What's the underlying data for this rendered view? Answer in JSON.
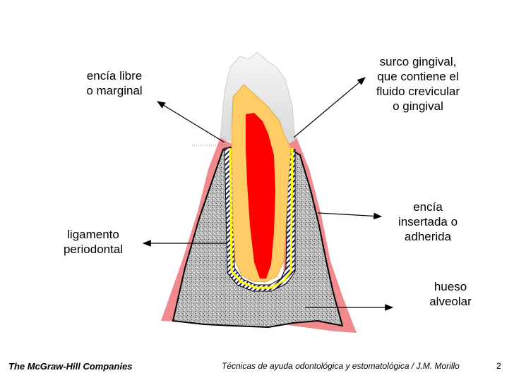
{
  "labels": {
    "encia_libre": [
      "encía libre",
      "o marginal"
    ],
    "surco_gingival": [
      "surco gingival,",
      "que contiene el",
      "fluido crevicular",
      "o gingival"
    ],
    "encia_insertada": [
      "encía",
      "insertada o",
      "adherida"
    ],
    "ligamento": [
      "ligamento",
      "periodontal"
    ],
    "hueso": [
      "hueso",
      "alveolar"
    ]
  },
  "footer": {
    "publisher": "The McGraw-Hill Companies",
    "title": "Técnicas de ayuda odontológica y estomatológica / J.M. Morillo",
    "page": "2"
  },
  "colors": {
    "gum": "#f08a8e",
    "bone": "#bdbdbd",
    "enamel": "#e9e9e9",
    "dentin": "#ffcc66",
    "pulp": "#ff0000",
    "ligament_line": "#ffff00"
  }
}
